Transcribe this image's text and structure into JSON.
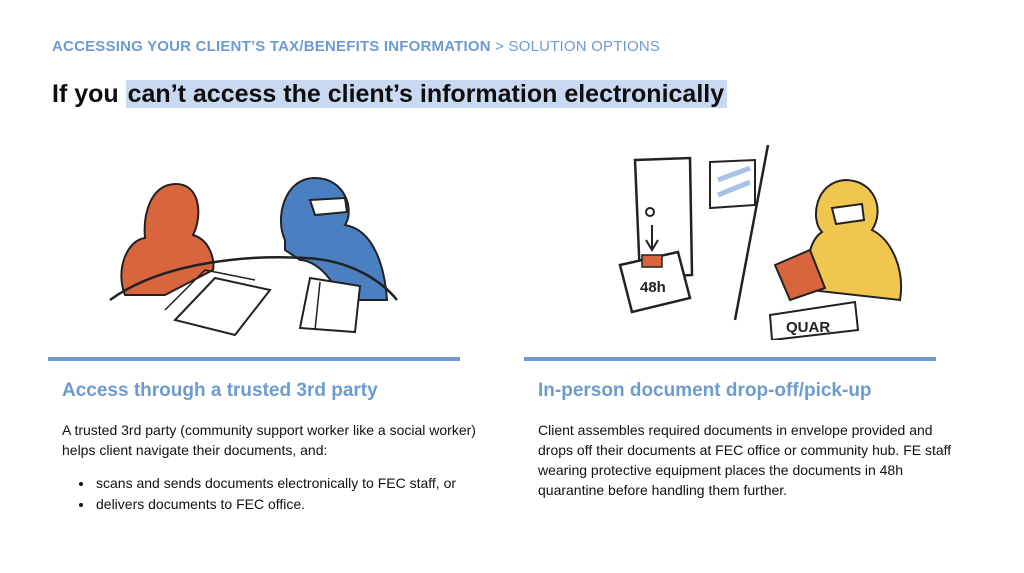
{
  "breadcrumb": {
    "main": "ACCESSING YOUR CLIENT’S TAX/BENEFITS INFORMATION",
    "separator": ">",
    "sub": "SOLUTION OPTIONS"
  },
  "title": {
    "prefix": "If you ",
    "highlight": "can’t access the client’s information electronically"
  },
  "left": {
    "heading": "Access through a trusted 3rd party",
    "text": "A trusted 3rd party (community support worker like a social worker) helps client navigate their documents, and:",
    "bullets": [
      "scans and sends documents electronically to FEC staff, or",
      "delivers documents to FEC office."
    ]
  },
  "right": {
    "heading": "In-person document drop-off/pick-up",
    "text": "Client assembles required documents in envelope provided and drops off their documents at FEC office or community hub. FE staff wearing protective equipment places the documents in 48h quarantine before handling them further.",
    "box_label": "48h",
    "sign_label": "QUAR"
  },
  "colors": {
    "accent": "#6d9bd1",
    "highlight": "#c9d9f2",
    "orange_figure": "#d9653f",
    "blue_figure": "#4a7fc1",
    "yellow_figure": "#f0c64f"
  }
}
